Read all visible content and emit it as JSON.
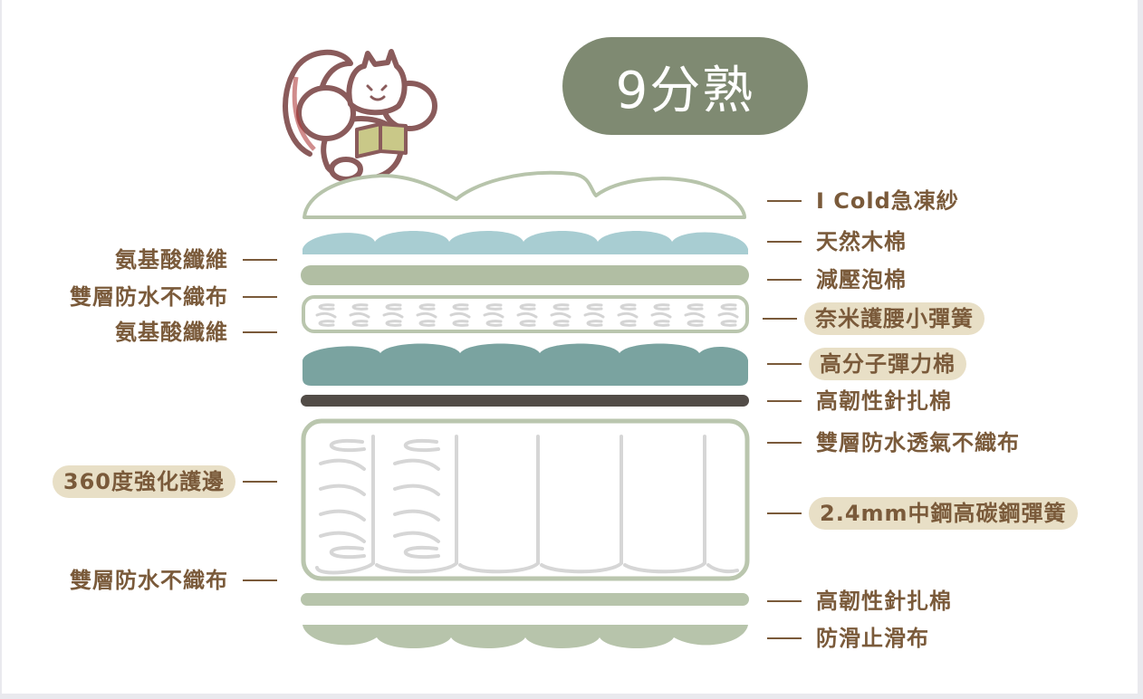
{
  "header": {
    "doneness_label": "9分熟"
  },
  "mascot": {
    "description": "squirrel reading a book",
    "colors": {
      "outline": "#8a5b5b",
      "book": "#c9c888"
    }
  },
  "layers_right": [
    {
      "label": "I Cold急凍紗",
      "highlight": false
    },
    {
      "label": "天然木棉",
      "highlight": false
    },
    {
      "label": "減壓泡棉",
      "highlight": false
    },
    {
      "label": "奈米護腰小彈簧",
      "highlight": true
    },
    {
      "label": "高分子彈力棉",
      "highlight": true
    },
    {
      "label": "高韌性針扎棉",
      "highlight": false
    },
    {
      "label": "雙層防水透氣不織布",
      "highlight": false
    },
    {
      "label": "2.4mm中鋼高碳鋼彈簧",
      "highlight": true
    },
    {
      "label": "高韌性針扎棉",
      "highlight": false
    },
    {
      "label": "防滑止滑布",
      "highlight": false
    }
  ],
  "layers_left": [
    {
      "label": "氨基酸纖維",
      "highlight": false
    },
    {
      "label": "雙層防水不織布",
      "highlight": false
    },
    {
      "label": "氨基酸纖維",
      "highlight": false
    },
    {
      "label": "360度強化護邊",
      "highlight": true
    },
    {
      "label": "雙層防水不織布",
      "highlight": false
    }
  ],
  "colors": {
    "text": "#7a5a3a",
    "highlight_bg": "#e8dfc6",
    "pill_bg": "#7f8a72",
    "sage": "#b7c4ab",
    "light_blue": "#a8cdd2",
    "teal": "#7aa3a0",
    "dark_bar": "#524c47",
    "spring_gray": "#d6d6d6"
  }
}
